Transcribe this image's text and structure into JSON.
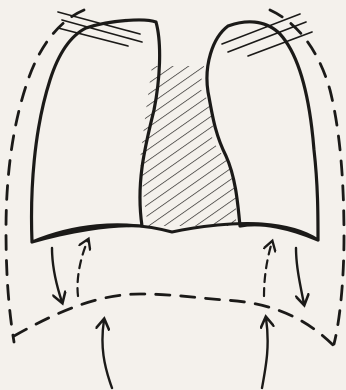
{
  "figure": {
    "background": "#f4f1ec",
    "ink": "#1b1a18",
    "parts": {
      "left_lung": "left-lung-outline-solid",
      "right_lung": "right-lung-outline-solid",
      "mediastinum": "hatched-mediastinum",
      "left_chest_wall": "dashed-chest-wall-left",
      "right_chest_wall": "dashed-chest-wall-right",
      "diaphragm_relaxed": "solid-diaphragm-dome",
      "diaphragm_contracted": "dashed-diaphragm",
      "arrows_up": "dashed-up-arrows",
      "arrows_down": "solid-down-arrows",
      "arrows_bottom": "solid-bottom-up-arrows"
    }
  }
}
